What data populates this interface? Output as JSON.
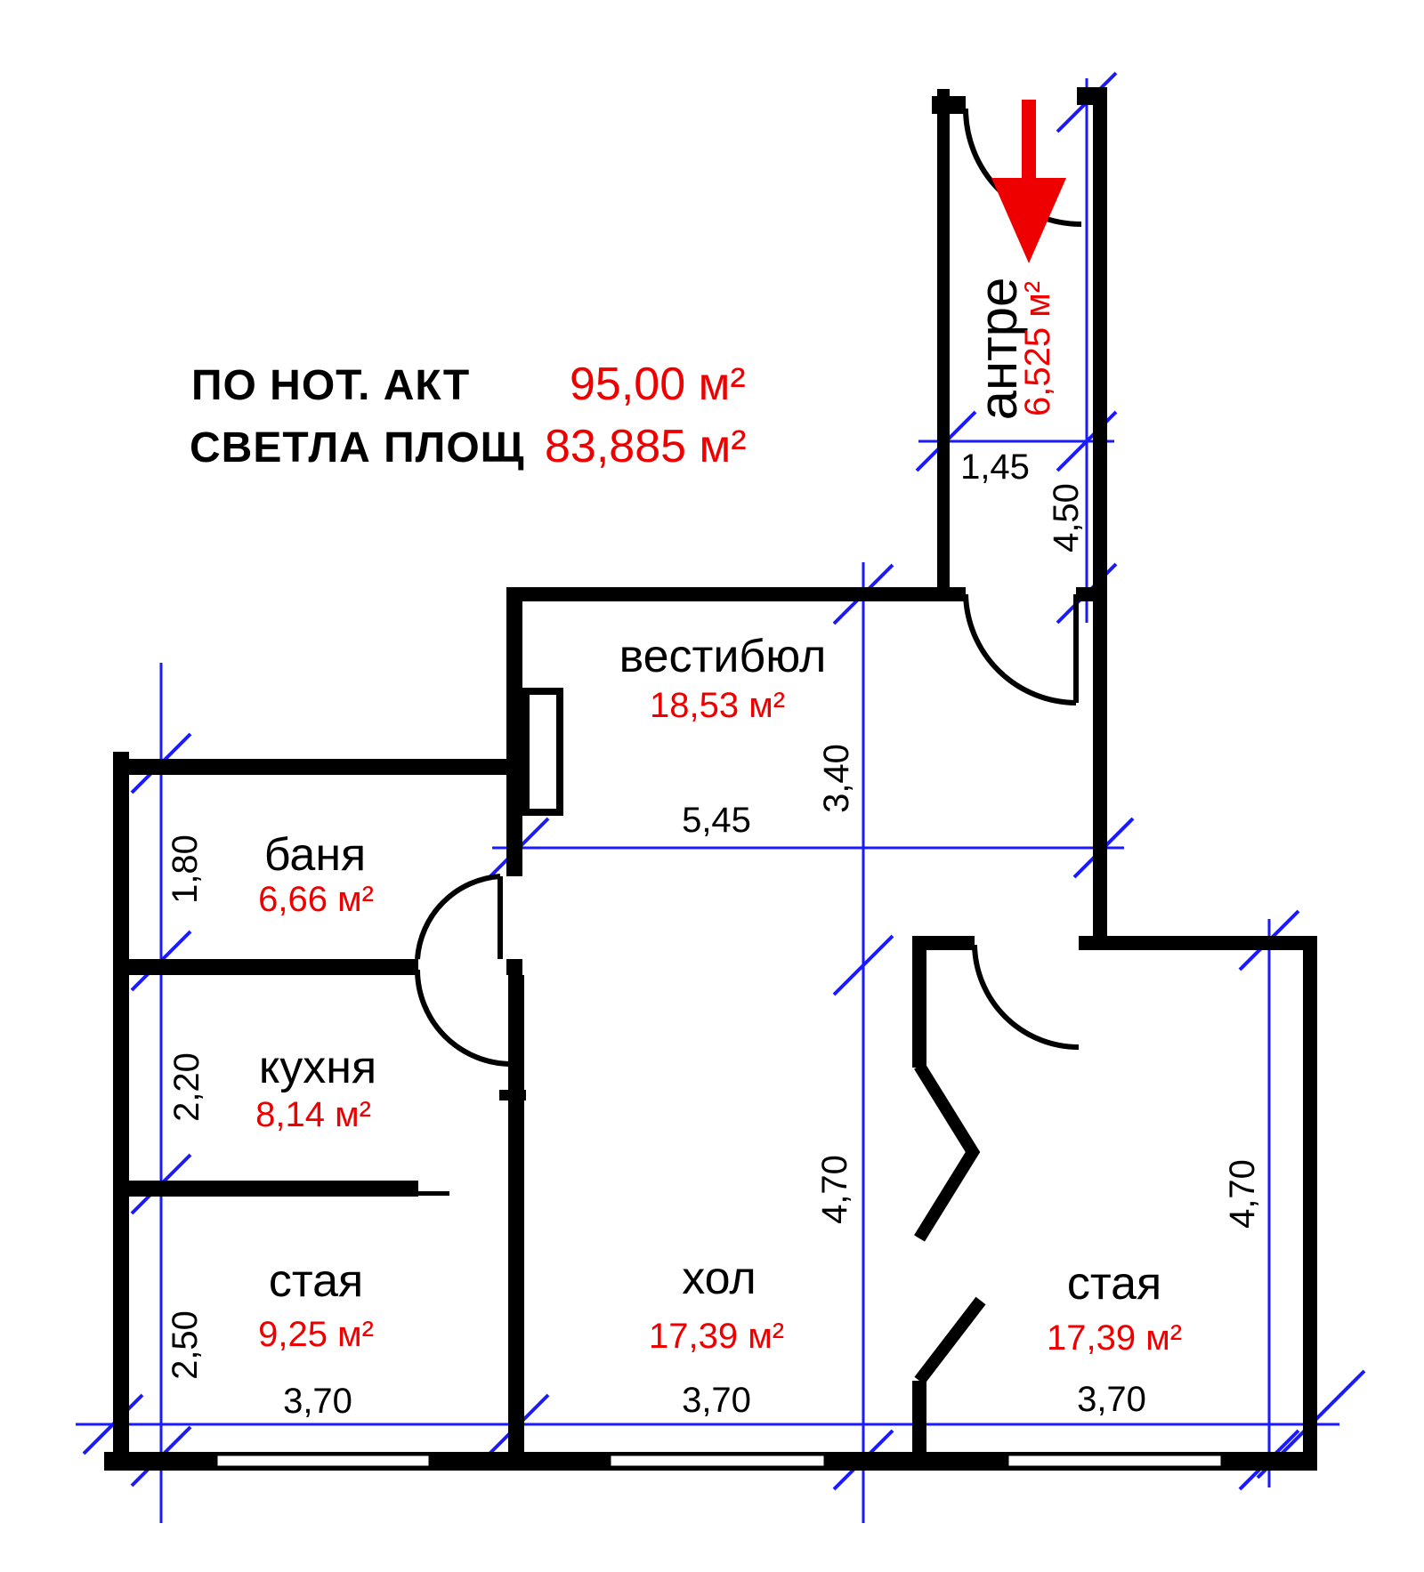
{
  "title": {
    "row1": {
      "label": "ПО НОТ. АКТ",
      "value": "95,00 м²"
    },
    "row2": {
      "label": "СВЕТЛА ПЛОЩ",
      "value": "83,885 м²"
    }
  },
  "rooms": {
    "antre": {
      "name": "антре",
      "area": "6,525 м²"
    },
    "vestibule": {
      "name": "вестибюл",
      "area": "18,53 м²"
    },
    "bath": {
      "name": "баня",
      "area": "6,66 м²"
    },
    "kitchen": {
      "name": "кухня",
      "area": "8,14 м²"
    },
    "room_left": {
      "name": "стая",
      "area": "9,25 м²"
    },
    "hall": {
      "name": "хол",
      "area": "17,39 м²"
    },
    "room_right": {
      "name": "стая",
      "area": "17,39 м²"
    }
  },
  "dimensions": {
    "entry_width": "1,45",
    "entry_length": "4,50",
    "vestibule_width": "5,45",
    "vestibule_depth": "3,40",
    "bath_depth": "1,80",
    "kitchen_depth": "2,20",
    "room_left_depth": "2,50",
    "hall_depth": "4,70",
    "room_right_depth": "4,70",
    "room_left_width": "3,70",
    "hall_width": "3,70",
    "room_right_width": "3,70"
  },
  "colors": {
    "wall": "#000000",
    "area_text": "#ee0000",
    "dimension_line": "#1a1aff",
    "arrow": "#ee0000"
  }
}
